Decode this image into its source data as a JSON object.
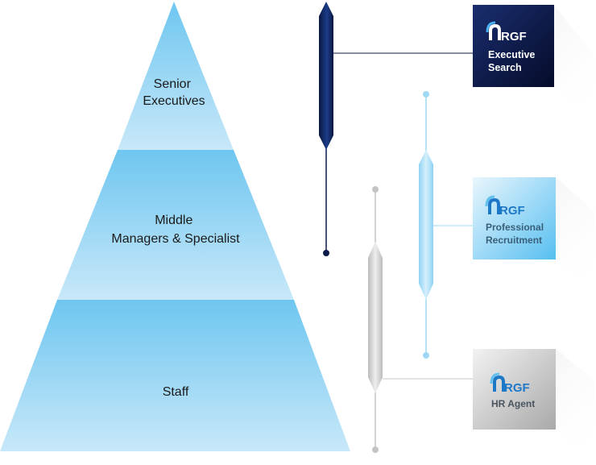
{
  "pyramid": {
    "tiers": [
      {
        "lines": [
          "Senior",
          "Executives"
        ]
      },
      {
        "lines": [
          "Middle",
          "Managers & Specialist"
        ]
      },
      {
        "lines": [
          "Staff"
        ]
      }
    ]
  },
  "cards": [
    {
      "brand": "RGF",
      "lines": [
        "Executive",
        "Search"
      ]
    },
    {
      "brand": "RGF",
      "lines": [
        "Professional",
        "Recruitment"
      ]
    },
    {
      "brand": "RGF",
      "lines": [
        "HR Agent"
      ]
    }
  ],
  "colors": {
    "pyramid_top": "#6ec6f0",
    "pyramid_bottom": "#c4e6f8",
    "executive_card": "#0b1a4a",
    "professional_card": "#bfe3f6",
    "hragent_card": "#cfcfcf",
    "executive_text": "#ffffff",
    "professional_text": "#3a5f7a",
    "hragent_text": "#4a5560",
    "brand_blue": "#1e78c8"
  }
}
